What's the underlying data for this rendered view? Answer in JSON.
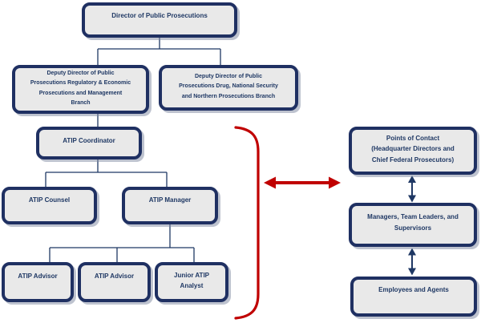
{
  "colors": {
    "box_border": "#1F3062",
    "box_fill": "#E9E9E9",
    "text_navy": "#1F3864",
    "line_navy": "#1F3864",
    "red": "#C00000"
  },
  "org_chart": {
    "director": {
      "label": "Director of Public Prosecutions"
    },
    "deputy_regulatory": {
      "label": "Deputy Director of Public\nProsecutions Regulatory & Economic\nProsecutions and Management\nBranch"
    },
    "deputy_drug": {
      "label": "Deputy Director of Public\nProsecutions Drug, National Security\nand Northern Prosecutions Branch"
    },
    "atip_coordinator": {
      "label": "ATIP Coordinator"
    },
    "atip_counsel": {
      "label": "ATIP Counsel"
    },
    "atip_manager": {
      "label": "ATIP Manager"
    },
    "atip_advisor_1": {
      "label": "ATIP Advisor"
    },
    "atip_advisor_2": {
      "label": "ATIP Advisor"
    },
    "junior_atip_analyst": {
      "label": "Junior ATIP\nAnalyst"
    }
  },
  "contact_chain": {
    "points_of_contact": {
      "label": "Points of Contact\n(Headquarter Directors and\nChief Federal Prosecutors)"
    },
    "managers_team_leaders": {
      "label": "Managers, Team Leaders, and\nSupervisors"
    },
    "employees_agents": {
      "label": "Employees and Agents"
    }
  }
}
